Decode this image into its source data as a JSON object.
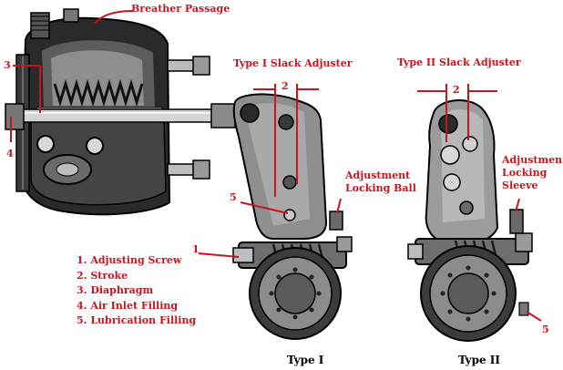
{
  "colors": {
    "label_red": "#c8141e",
    "metal_dark": "#1a1a1a",
    "metal_mid": "#7a7a7a",
    "metal_light": "#cfcfcf"
  },
  "callouts": {
    "breather_passage": "Breather Passage",
    "type1_title": "Type I Slack Adjuster",
    "type2_title": "Type II Slack Adjuster",
    "adjustment_locking_ball": [
      "Adjustment",
      "Locking Ball"
    ],
    "adjustment_locking_sleeve": [
      "Adjustment",
      "Locking",
      "Sleeve"
    ]
  },
  "markers": {
    "three": "3",
    "four": "4",
    "two_type1": "2",
    "two_type2": "2",
    "five_type1": "5",
    "one_type1": "1",
    "five_type2": "5"
  },
  "legend": [
    "1. Adjusting Screw",
    "2. Stroke",
    "3. Diaphragm",
    "4. Air Inlet Filling",
    "5. Lubrication Filling"
  ],
  "captions": {
    "type1": "Type I",
    "type2": "Type II"
  }
}
